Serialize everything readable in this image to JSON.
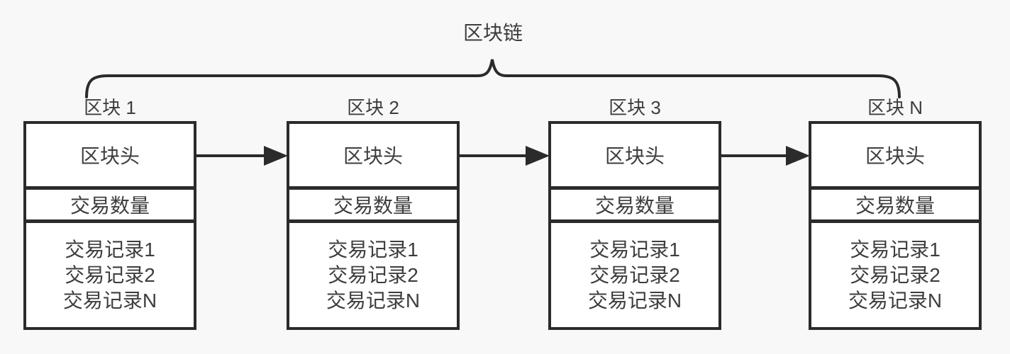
{
  "diagram": {
    "title": "区块链",
    "colors": {
      "background": "#f8f8f8",
      "box_fill": "#ffffff",
      "line": "#2b2b2b",
      "text": "#3d3d3d"
    },
    "blocks": [
      {
        "label": "区块 1",
        "header": "区块头",
        "count": "交易数量",
        "records": [
          "交易记录1",
          "交易记录2",
          "交易记录N"
        ]
      },
      {
        "label": "区块 2",
        "header": "区块头",
        "count": "交易数量",
        "records": [
          "交易记录1",
          "交易记录2",
          "交易记录N"
        ]
      },
      {
        "label": "区块 3",
        "header": "区块头",
        "count": "交易数量",
        "records": [
          "交易记录1",
          "交易记录2",
          "交易记录N"
        ]
      },
      {
        "label": "区块 N",
        "header": "区块头",
        "count": "交易数量",
        "records": [
          "交易记录1",
          "交易记录2",
          "交易记录N"
        ]
      }
    ]
  }
}
